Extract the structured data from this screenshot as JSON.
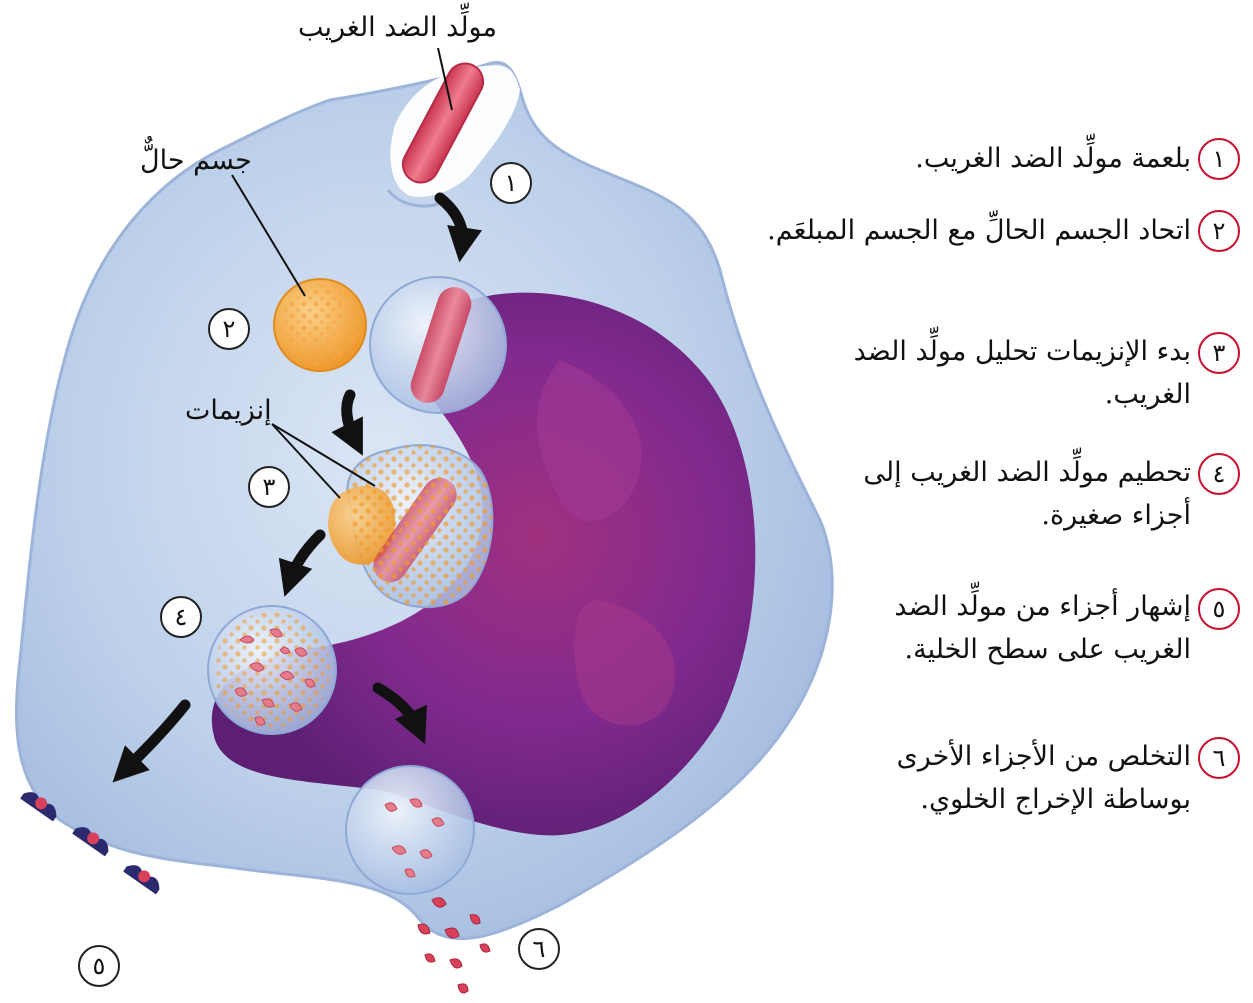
{
  "labels": {
    "antigen": "مولِّد الضد الغريب",
    "lysosome": "جسم حالٌّ",
    "enzymes": "إنزيمات"
  },
  "diagram_numbers": [
    "١",
    "٢",
    "٣",
    "٤",
    "٥",
    "٦"
  ],
  "steps": [
    {
      "num": "١",
      "lines": [
        "بلعمة مولِّد الضد الغريب."
      ]
    },
    {
      "num": "٢",
      "lines": [
        "اتحاد الجسم الحالِّ مع الجسم المبلعَم."
      ]
    },
    {
      "num": "٣",
      "lines": [
        "بدء الإنزيمات تحليل مولِّد الضد",
        "الغريب."
      ]
    },
    {
      "num": "٤",
      "lines": [
        "تحطيم مولِّد الضد الغريب إلى",
        "أجزاء صغيرة."
      ]
    },
    {
      "num": "٥",
      "lines": [
        "إشهار أجزاء من مولِّد الضد",
        "الغريب على سطح الخلية."
      ]
    },
    {
      "num": "٦",
      "lines": [
        "التخلص من الأجزاء الأخرى",
        "بوساطة الإخراج الخلوي."
      ]
    }
  ],
  "colors": {
    "cell": "#b9cde9",
    "nucleus": "#7a2a8c",
    "lysosome": "#f0a53a",
    "antigen": "#d8475f",
    "circle_border_list": "#c8102e"
  }
}
